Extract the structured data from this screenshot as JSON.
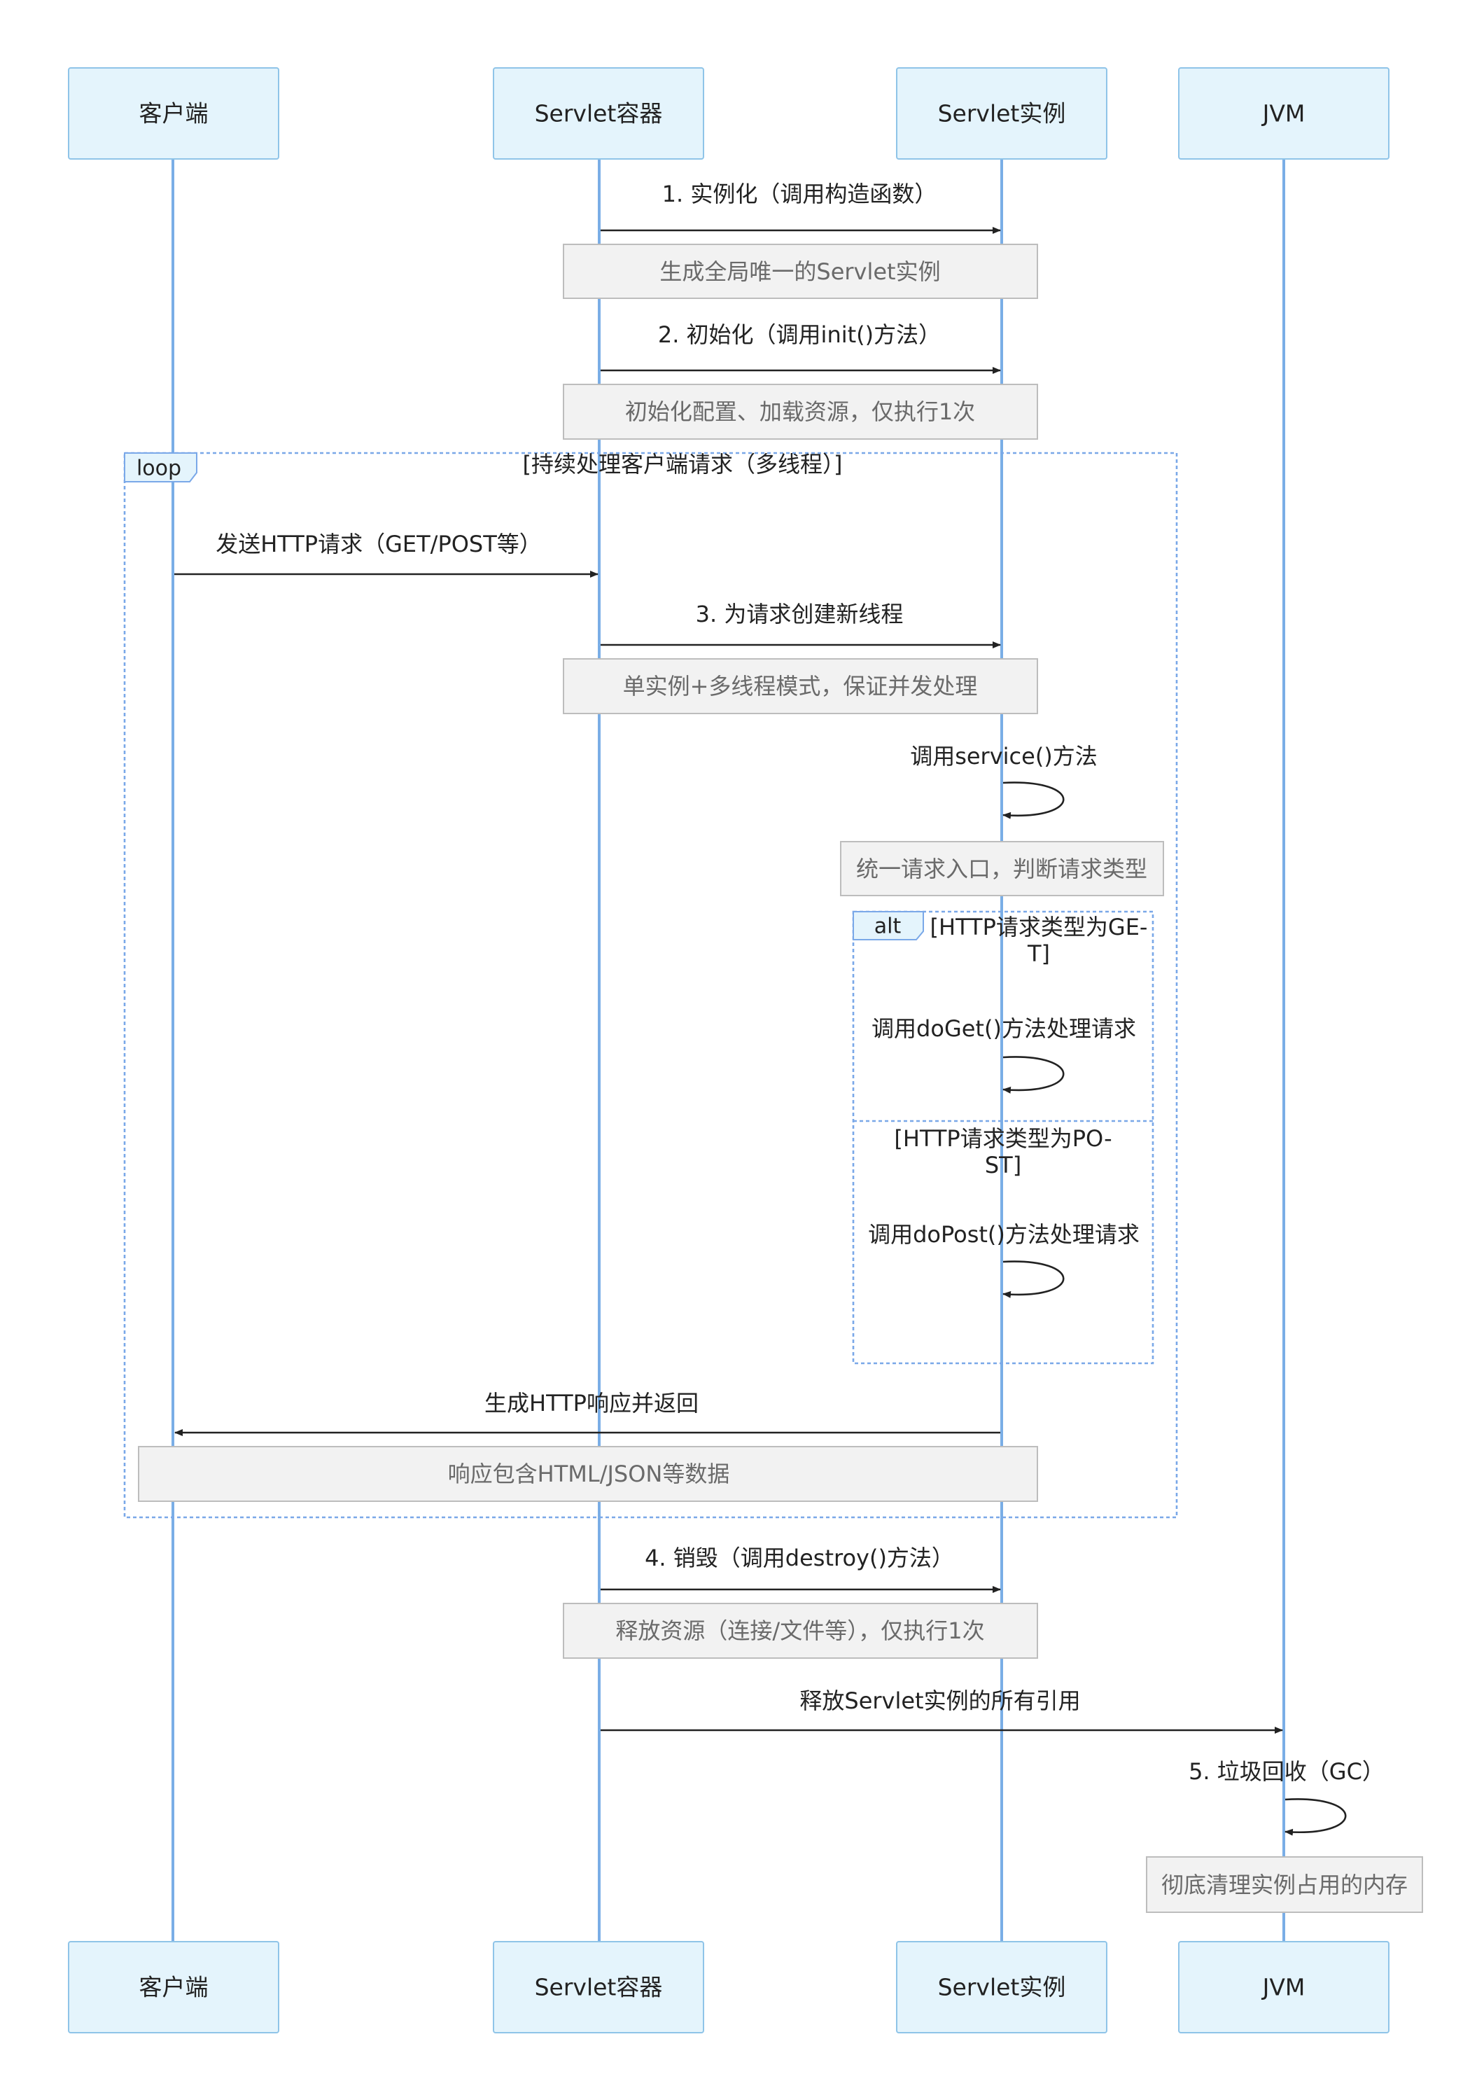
{
  "participants": {
    "client": "客户端",
    "container": "Servlet容器",
    "instance": "Servlet实例",
    "jvm": "JVM"
  },
  "messages": {
    "m1": "1. 实例化（调用构造函数）",
    "m2": "2. 初始化（调用init()方法）",
    "m_req": "发送HTTP请求（GET/POST等）",
    "m3": "3. 为请求创建新线程",
    "m_service": "调用service()方法",
    "m_doget": "调用doGet()方法处理请求",
    "m_dopost": "调用doPost()方法处理请求",
    "m_resp": "生成HTTP响应并返回",
    "m4": "4. 销毁（调用destroy()方法）",
    "m_release": "释放Servlet实例的所有引用",
    "m5": "5. 垃圾回收（GC）"
  },
  "notes": {
    "n1": "生成全局唯一的Servlet实例",
    "n2": "初始化配置、加载资源，仅执行1次",
    "n3": "单实例+多线程模式，保证并发处理",
    "n4": "统一请求入口，判断请求类型",
    "n5": "响应包含HTML/JSON等数据",
    "n6": "释放资源（连接/文件等），仅执行1次",
    "n7": "彻底清理实例占用的内存"
  },
  "frames": {
    "loop_label": "loop",
    "loop_cond": "[持续处理客户端请求（多线程）]",
    "alt_label": "alt",
    "alt_cond1_line1": "[HTTP请求类型为GE-",
    "alt_cond1_line2": "T]",
    "alt_cond2_line1": "[HTTP请求类型为PO-",
    "alt_cond2_line2": "ST]"
  },
  "colors": {
    "participant_fill": "#e4f4fc",
    "lifeline": "#7aaee6",
    "note_fill": "#f2f2f2",
    "frame_border": "#7aa8e8"
  }
}
